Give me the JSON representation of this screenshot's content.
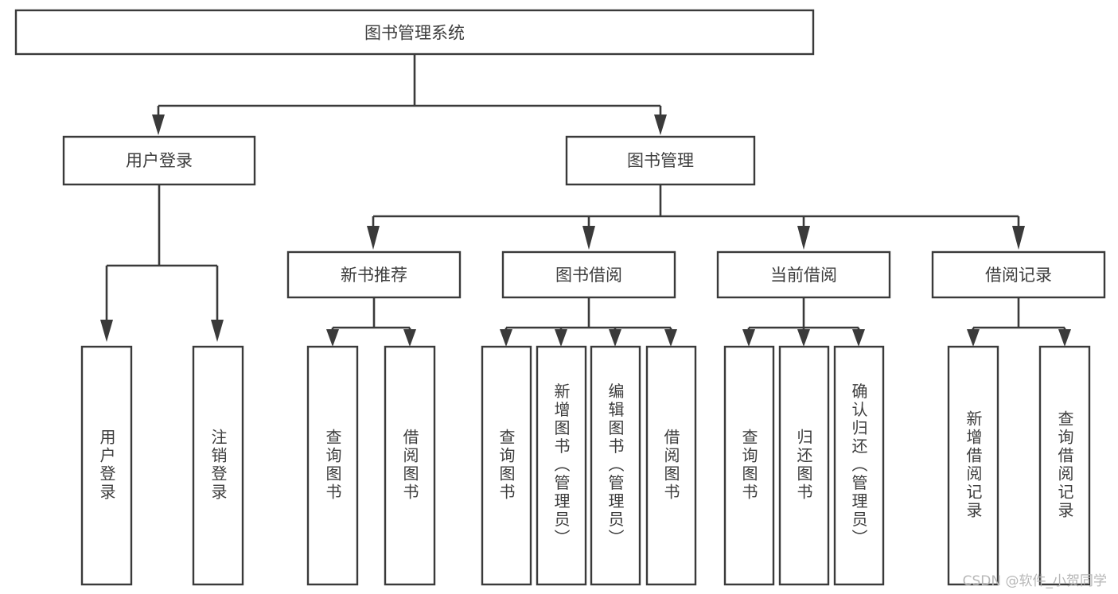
{
  "diagram": {
    "type": "tree-hierarchy",
    "title": "图书管理系统",
    "orientation": "top-down",
    "colors": {
      "box_stroke": "#3a3a3a",
      "box_fill": "#ffffff",
      "connector": "#3a3a3a",
      "text": "#3d3d3d",
      "background": "#ffffff",
      "watermark": "#b7b7b7"
    },
    "root": {
      "label": "图书管理系统",
      "orientation": "horizontal"
    },
    "level2": [
      {
        "label": "用户登录",
        "orientation": "horizontal"
      },
      {
        "label": "图书管理",
        "orientation": "horizontal"
      }
    ],
    "level3": [
      {
        "label": "新书推荐",
        "orientation": "horizontal",
        "parent": "图书管理"
      },
      {
        "label": "图书借阅",
        "orientation": "horizontal",
        "parent": "图书管理"
      },
      {
        "label": "当前借阅",
        "orientation": "horizontal",
        "parent": "图书管理"
      },
      {
        "label": "借阅记录",
        "orientation": "horizontal",
        "parent": "图书管理"
      }
    ],
    "leaves": [
      {
        "label": "用户登录",
        "orientation": "vertical",
        "parent": "用户登录"
      },
      {
        "label": "注销登录",
        "orientation": "vertical",
        "parent": "用户登录"
      },
      {
        "label": "查询图书",
        "orientation": "vertical",
        "parent": "新书推荐"
      },
      {
        "label": "借阅图书",
        "orientation": "vertical",
        "parent": "新书推荐"
      },
      {
        "label": "查询图书",
        "orientation": "vertical",
        "parent": "图书借阅"
      },
      {
        "label": "新增图书（管理员）",
        "orientation": "vertical",
        "parent": "图书借阅"
      },
      {
        "label": "编辑图书（管理员）",
        "orientation": "vertical",
        "parent": "图书借阅"
      },
      {
        "label": "借阅图书",
        "orientation": "vertical",
        "parent": "图书借阅"
      },
      {
        "label": "查询图书",
        "orientation": "vertical",
        "parent": "当前借阅"
      },
      {
        "label": "归还图书",
        "orientation": "vertical",
        "parent": "当前借阅"
      },
      {
        "label": "确认归还（管理员）",
        "orientation": "vertical",
        "parent": "当前借阅"
      },
      {
        "label": "新增借阅记录",
        "orientation": "vertical",
        "parent": "借阅记录"
      },
      {
        "label": "查询借阅记录",
        "orientation": "vertical",
        "parent": "借阅记录"
      }
    ]
  },
  "watermark": {
    "text": "CSDN @软件_小贺同学"
  }
}
